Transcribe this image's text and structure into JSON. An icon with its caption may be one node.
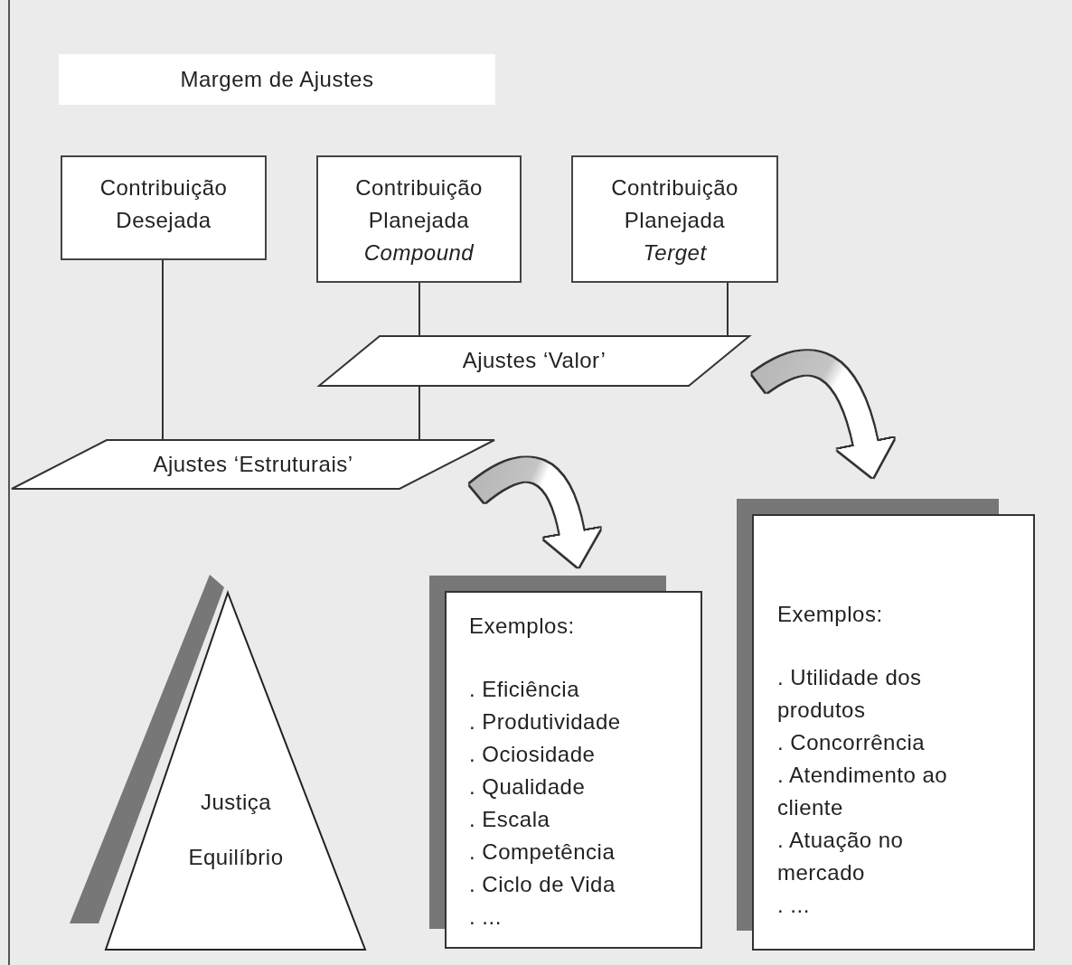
{
  "diagram": {
    "nodes": [
      {
        "text": [
          "Margem de Ajustes"
        ]
      },
      {
        "text": [
          "Contribuição Desejada"
        ]
      },
      {
        "text": [
          "Contribuição Planejada *Compound*"
        ]
      },
      {
        "text": [
          "Contribuição Planejada *Terget*"
        ]
      },
      {
        "text": [
          "Ajustes ‘Valor’"
        ]
      },
      {
        "text": [
          "Ajustes ‘Estruturais’"
        ]
      },
      {
        "text": [
          "Justiça",
          "Equilíbrio"
        ]
      },
      {
        "text": [
          "Exemplos:",
          ". Eficiência",
          ". Produtividade",
          ". Ociosidade",
          ". Qualidade",
          ". Escala",
          ". Competência",
          ". Ciclo de Vida",
          ". ..."
        ]
      },
      {
        "text": [
          "Exemplos:",
          ". Utilidade dos produtos",
          ". Concorrência",
          ". Atendimento ao cliente",
          ". Atuação no mercado",
          ". ..."
        ]
      }
    ],
    "edges": [
      {
        "from": 2,
        "to": 4,
        "arrow": "none"
      },
      {
        "from": 3,
        "to": 4,
        "arrow": "none"
      },
      {
        "from": 1,
        "to": 5,
        "arrow": "none"
      },
      {
        "from": 4,
        "to": 5,
        "arrow": "none"
      },
      {
        "from": 5,
        "to": 7,
        "arrow": "to"
      },
      {
        "from": 4,
        "to": 8,
        "arrow": "to"
      }
    ]
  }
}
